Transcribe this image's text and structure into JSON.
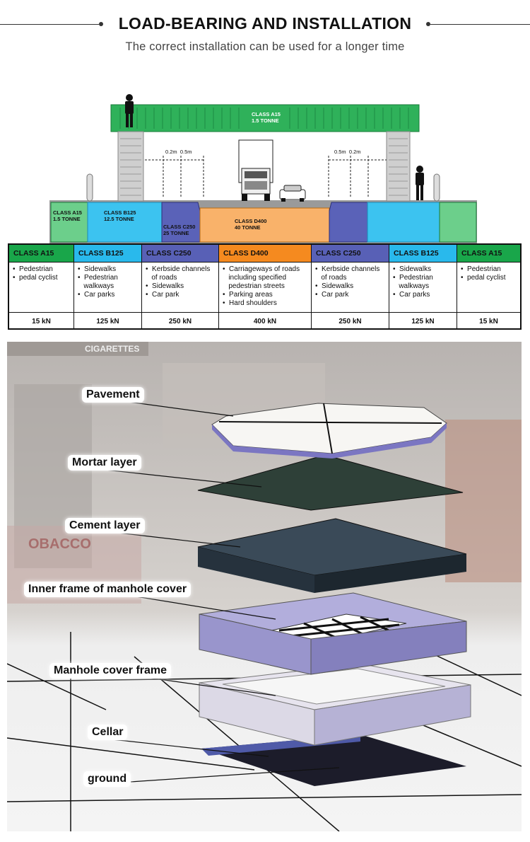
{
  "header": {
    "title": "LOAD-BEARING AND INSTALLATION",
    "subtitle": "The correct installation can be used for a longer time"
  },
  "diagram": {
    "bridge_label": "CLASS A15",
    "bridge_load": "1.5 TONNE",
    "left_a15": "CLASS A15",
    "left_a15_load": "1.5 TONNE",
    "b125": "CLASS B125",
    "b125_load": "12.5 TONNE",
    "c250": "CLASS C250",
    "c250_load": "25 TONNE",
    "d400": "CLASS D400",
    "d400_load": "40 TONNE",
    "dim_02": "0.2m",
    "dim_05": "0.5m"
  },
  "table": {
    "columns": [
      {
        "header": "CLASS A15",
        "color": "#19a64a",
        "items": [
          "•  Pedestrian",
          "•  pedal cyclist"
        ],
        "load": "15 kN"
      },
      {
        "header": "CLASS B125",
        "color": "#29b9ec",
        "items": [
          "•  Sidewalks",
          "•  Pedestrian",
          "   walkways",
          "•  Car parks"
        ],
        "load": "125 kN"
      },
      {
        "header": "CLASS C250",
        "color": "#5860b6",
        "items": [
          "•  Kerbside channels",
          "   of roads",
          "•  Sidewalks",
          "•  Car park"
        ],
        "load": "250 kN"
      },
      {
        "header": "CLASS D400",
        "color": "#f58a1f",
        "items": [
          "•  Carriageways of roads",
          "   including specified",
          "   pedestrian streets",
          "•  Parking areas",
          "•  Hard shoulders"
        ],
        "load": "400 kN"
      },
      {
        "header": "CLASS C250",
        "color": "#5860b6",
        "items": [
          "•  Kerbside channels",
          "   of roads",
          "•  Sidewalks",
          "•  Car park"
        ],
        "load": "250 kN"
      },
      {
        "header": "CLASS B125",
        "color": "#29b9ec",
        "items": [
          "•  Sidewalks",
          "•  Pedestrian",
          "   walkways",
          "•  Car parks"
        ],
        "load": "125 kN"
      },
      {
        "header": "CLASS A15",
        "color": "#19a64a",
        "items": [
          "•  Pedestrian",
          "•  pedal cyclist"
        ],
        "load": "15 kN"
      }
    ]
  },
  "installation": {
    "layers": {
      "pavement": "Pavement",
      "mortar": "Mortar layer",
      "cement": "Cement layer",
      "inner_frame": "Inner frame of manhole cover",
      "frame": "Manhole cover frame",
      "cellar": "Cellar",
      "ground": "ground"
    },
    "sign_text": "CIGARETTES",
    "store_text": "OBACCO"
  }
}
